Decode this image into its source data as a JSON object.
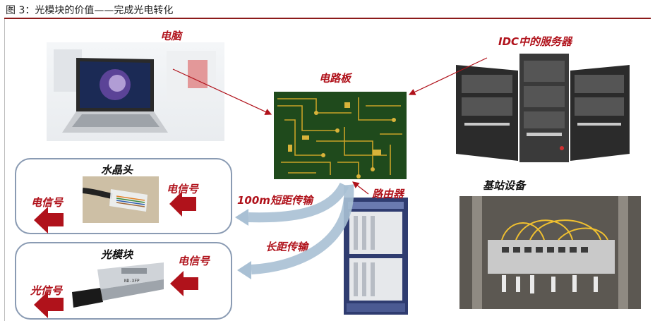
{
  "figure": {
    "title": "图 3：光模块的价值——完成光电转化"
  },
  "labels": {
    "computer": "电脑",
    "idc_servers": "IDC中的服务器",
    "circuit_board": "电路板",
    "rj45": "水晶头",
    "electric_signal_in": "电信号",
    "electric_signal_out": "电信号",
    "short_transmission": "100m短距传输",
    "router": "路由器",
    "base_station": "基站设备",
    "long_transmission": "长距传输",
    "optical_module": "光模块",
    "optical_in": "电信号",
    "optical_out": "光信号"
  },
  "colors": {
    "accent_red": "#b0121b",
    "title_rule": "#8b1a1a",
    "box_border": "#8a9bb3",
    "pcb_green": "#1f4a1c",
    "pcb_gold": "#c9a227"
  }
}
